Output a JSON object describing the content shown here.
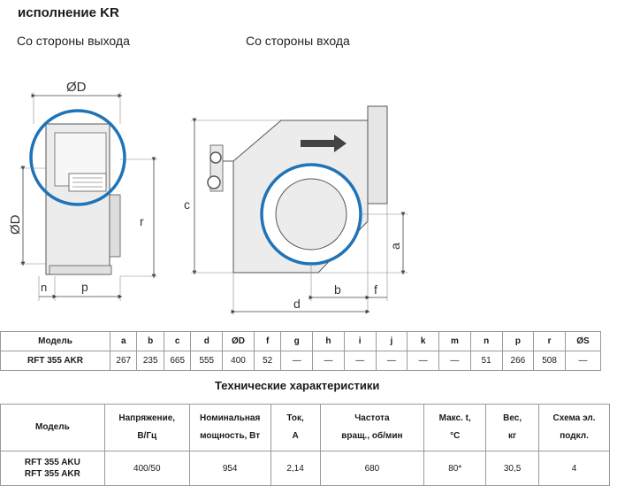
{
  "title": "исполнение KR",
  "views": {
    "outlet_label": "Со стороны выхода",
    "inlet_label": "Со стороны входа"
  },
  "drawing_labels": {
    "dia_top": "ØD",
    "dia_left": "ØD",
    "r": "r",
    "n": "n",
    "p": "p",
    "c": "c",
    "a": "a",
    "b": "b",
    "f": "f",
    "d": "d"
  },
  "colors": {
    "accent": "#1f73b7",
    "line": "#555555",
    "fill": "#ececec"
  },
  "dim_table": {
    "headers": [
      "Модель",
      "a",
      "b",
      "c",
      "d",
      "ØD",
      "f",
      "g",
      "h",
      "i",
      "j",
      "k",
      "m",
      "n",
      "p",
      "r",
      "ØS"
    ],
    "rows": [
      [
        "RFT 355 AKR",
        "267",
        "235",
        "665",
        "555",
        "400",
        "52",
        "—",
        "—",
        "—",
        "—",
        "—",
        "—",
        "51",
        "266",
        "508",
        "—"
      ]
    ]
  },
  "tech_title": "Технические характеристики",
  "tech_table": {
    "headers": [
      [
        "Модель"
      ],
      [
        "Напряжение,",
        "В/Гц"
      ],
      [
        "Номинальная",
        "мощность, Вт"
      ],
      [
        "Ток,",
        "А"
      ],
      [
        "Частота",
        "вращ., об/мин"
      ],
      [
        "Макс. t,",
        "°С"
      ],
      [
        "Вес,",
        "кг"
      ],
      [
        "Схема эл.",
        "подкл."
      ]
    ],
    "rows": [
      [
        [
          "RFT 355 AKU",
          "RFT 355 AKR"
        ],
        "400/50",
        "954",
        "2,14",
        "680",
        "80*",
        "30,5",
        "4"
      ]
    ]
  }
}
